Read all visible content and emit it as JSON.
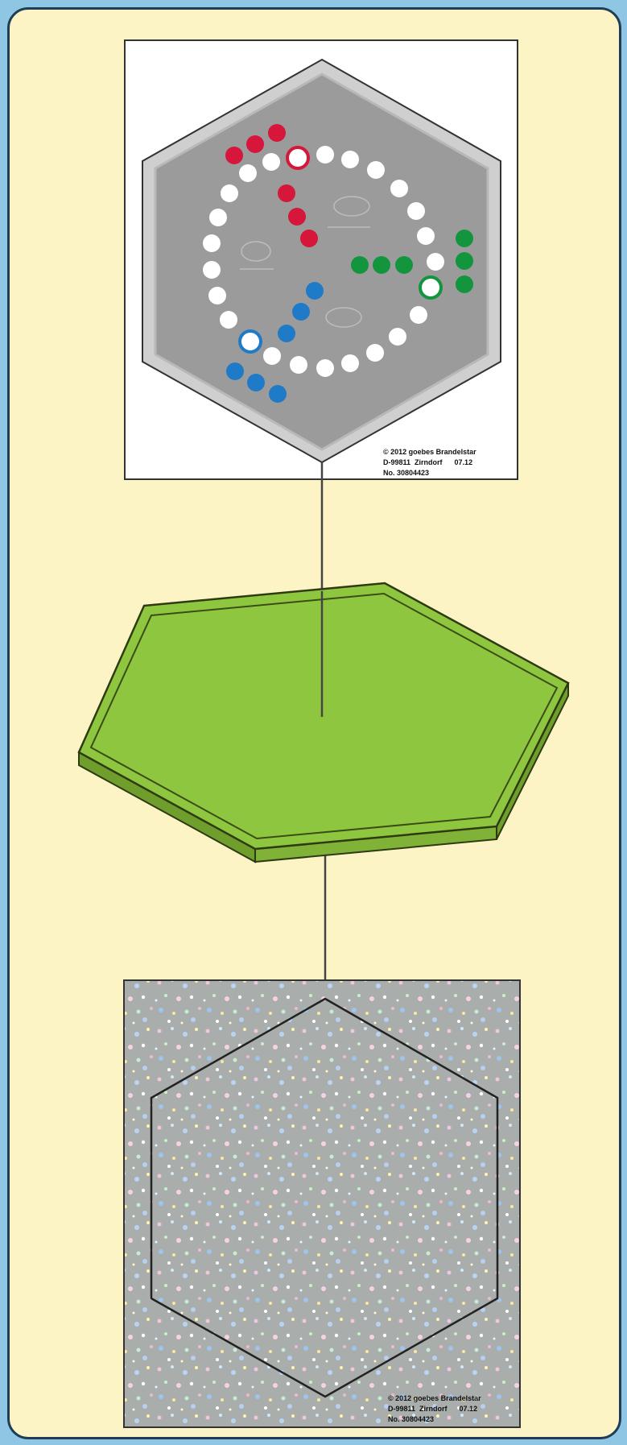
{
  "colors": {
    "background": "#8fc6e4",
    "panel": "#fdf4c6",
    "board_green": "#8fc63f",
    "board_green_side": "#6f9e2c",
    "board_grey": "#9a9a9a",
    "marble_red": "#d6163a",
    "marble_green": "#13953e",
    "marble_blue": "#1f7bc8",
    "marble_white": "#ffffff"
  },
  "top_card": {
    "copyright": "© 2012 goebes Brandelstar",
    "address_left": "D-99811  Zirndorf",
    "address_right": "07.12",
    "number": "No. 30804423"
  },
  "bottom_card": {
    "copyright": "© 2012 goebes Brandelstar",
    "address_left": "D-99811  Zirndorf",
    "address_right": "07.12",
    "number": "No. 30804423"
  },
  "icons": {
    "top": "hexagonal-game-board-icon",
    "middle": "green-hexagon-base-icon",
    "bottom": "glitter-hexagon-sheet-icon"
  }
}
